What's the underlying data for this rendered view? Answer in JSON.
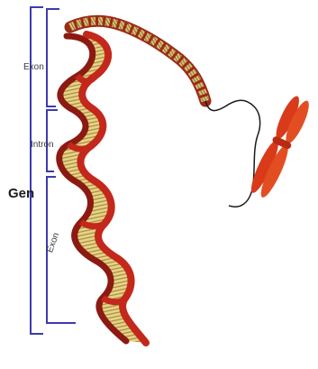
{
  "labels": {
    "gene": "Gen",
    "exon_top": "Exon",
    "intron": "Intron",
    "exon_bottom": "Exon"
  },
  "colors": {
    "strand": "#c4271b",
    "strand_dark": "#8c1a12",
    "rungs_fill": "#e6d48a",
    "rungs_line": "#a68a38",
    "bracket": "#3b3bb0",
    "chromosome": "#d83a1a"
  }
}
